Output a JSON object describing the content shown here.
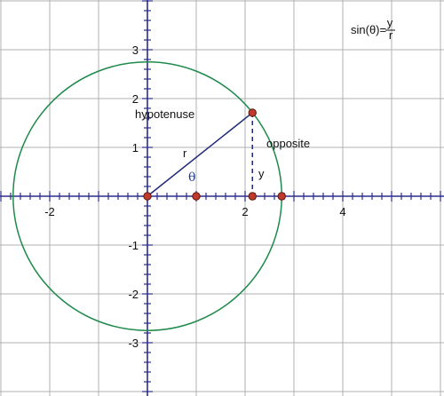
{
  "chart_data": {
    "type": "diagram",
    "x_ticks": [
      -2,
      2,
      4
    ],
    "y_ticks": [
      3,
      2,
      1,
      -1,
      -2,
      -3
    ],
    "circle": {
      "center": [
        0,
        0
      ],
      "radius": 2.75
    },
    "point_on_circle": [
      2.15,
      1.71
    ],
    "foot_point": [
      2.15,
      0
    ],
    "axis_points": [
      [
        0,
        0
      ],
      [
        1,
        0
      ],
      [
        2.75,
        0
      ]
    ],
    "colors": {
      "grid": "#b0b0b0",
      "axis": "#2b2d8c",
      "circle": "#1f8a4c",
      "radius_line": "#1f2a7a",
      "point_fill": "#c0392b",
      "point_stroke": "#5a1a12"
    }
  },
  "labels": {
    "hypotenuse": "hypotenuse",
    "opposite": "opposite",
    "r": "r",
    "y": "y",
    "theta": "θ",
    "formula_prefix": "sin(θ)=",
    "formula_num": "y",
    "formula_den": "r"
  }
}
